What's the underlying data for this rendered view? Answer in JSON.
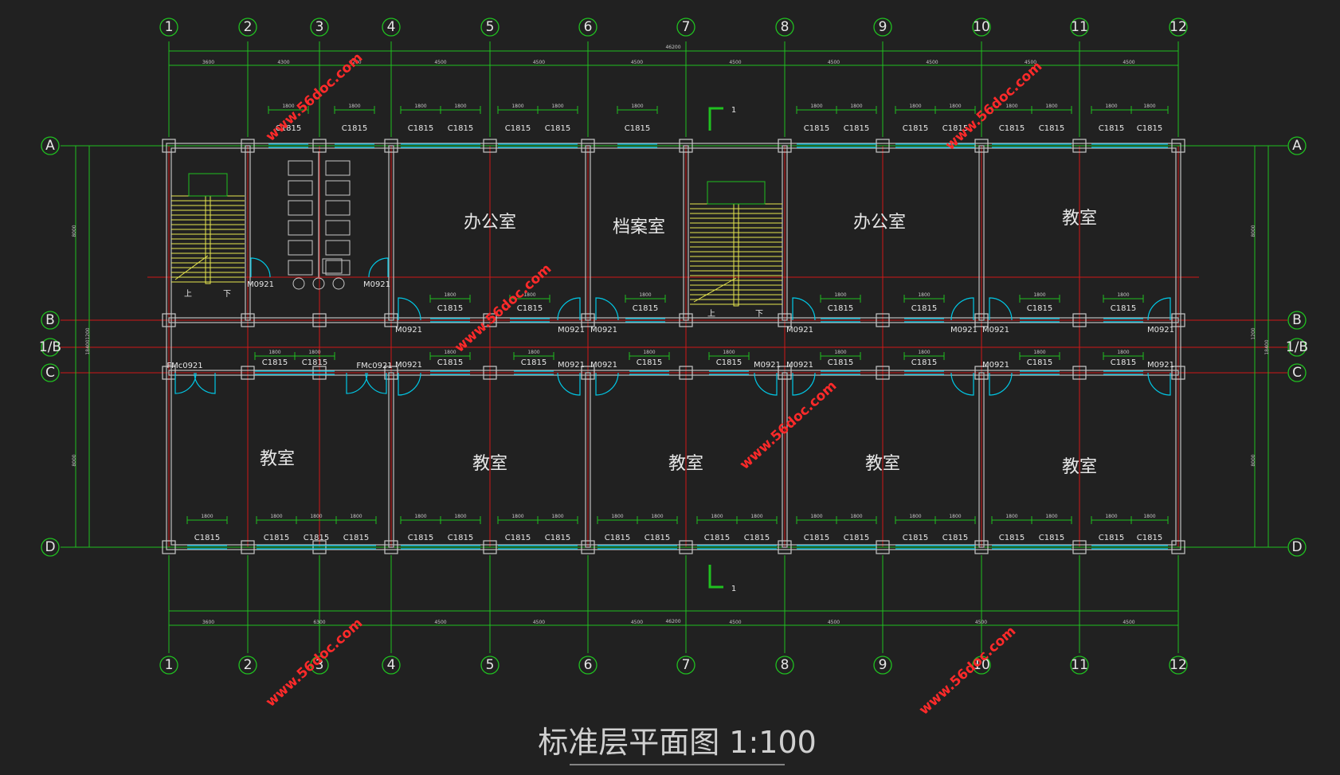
{
  "drawing": {
    "title": "标准层平面图 1:100",
    "background": "#212121"
  },
  "colors": {
    "axis_bubble": "#20c020",
    "grid_line": "#d01818",
    "wall": "#bfbfbf",
    "window": "#00c8e6",
    "stair": "#e6e650",
    "watermark": "#ff2a2a"
  },
  "axes": {
    "vertical": [
      "1",
      "2",
      "3",
      "4",
      "5",
      "6",
      "7",
      "8",
      "9",
      "10",
      "11",
      "12"
    ],
    "horizontal": [
      "A",
      "B",
      "1/B",
      "C",
      "D"
    ]
  },
  "dimensions": {
    "overall": "46200",
    "top_spans": [
      "3600",
      "4300",
      "3200",
      "4500",
      "4500",
      "4500",
      "4500",
      "4500",
      "4500",
      "4500",
      "4500"
    ],
    "bottom_spans": [
      "3600",
      "6300",
      "4500",
      "4500",
      "4500",
      "4500",
      "4500",
      "4500",
      "4500"
    ],
    "window_width": "1800",
    "side_outer": "18400",
    "side_room": "8000",
    "side_corridor": "1200"
  },
  "rooms": [
    {
      "name": "办公室"
    },
    {
      "name": "档案室"
    },
    {
      "name": "办公室"
    },
    {
      "name": "教室"
    },
    {
      "name": "教室"
    },
    {
      "name": "教室"
    },
    {
      "name": "教室"
    },
    {
      "name": "教室"
    },
    {
      "name": "教室"
    }
  ],
  "labels": {
    "window": "C1815",
    "door": "M0921",
    "fire_door": "FMc0921",
    "stair_up": "上",
    "stair_down": "下",
    "section_mark": "1"
  },
  "watermark": "www.56doc.com"
}
